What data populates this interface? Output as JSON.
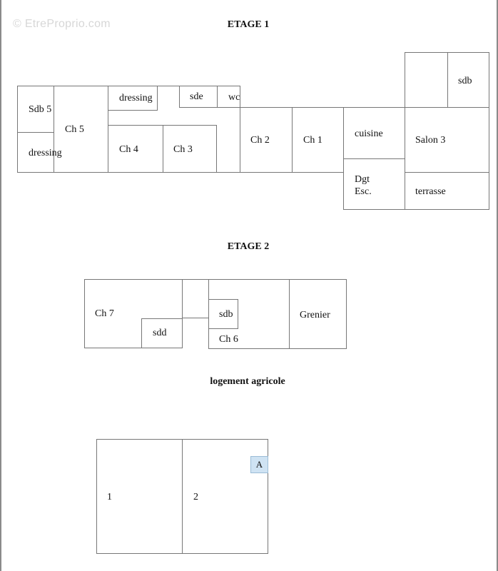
{
  "watermark": "© EtreProprio.com",
  "floor1": {
    "title": "ETAGE 1",
    "rooms": {
      "sdb5": "Sdb 5",
      "dressing_left": "dressing",
      "ch5": "Ch 5",
      "dressing_top": "dressing",
      "sde": "sde",
      "wc": "wc",
      "ch4": "Ch 4",
      "ch3": "Ch 3",
      "ch2": "Ch 2",
      "ch1": "Ch 1",
      "cuisine": "cuisine",
      "dgt_esc_line1": "Dgt",
      "dgt_esc_line2": "Esc.",
      "sdb": "sdb",
      "salon3": "Salon 3",
      "terrasse": "terrasse"
    }
  },
  "floor2": {
    "title": "ETAGE 2",
    "rooms": {
      "ch7": "Ch 7",
      "sdd": "sdd",
      "sdb": "sdb",
      "ch6": "Ch 6",
      "grenier": "Grenier"
    }
  },
  "agricole": {
    "title": "logement agricole",
    "rooms": {
      "room1": "1",
      "room2": "2"
    },
    "marker": "A"
  }
}
